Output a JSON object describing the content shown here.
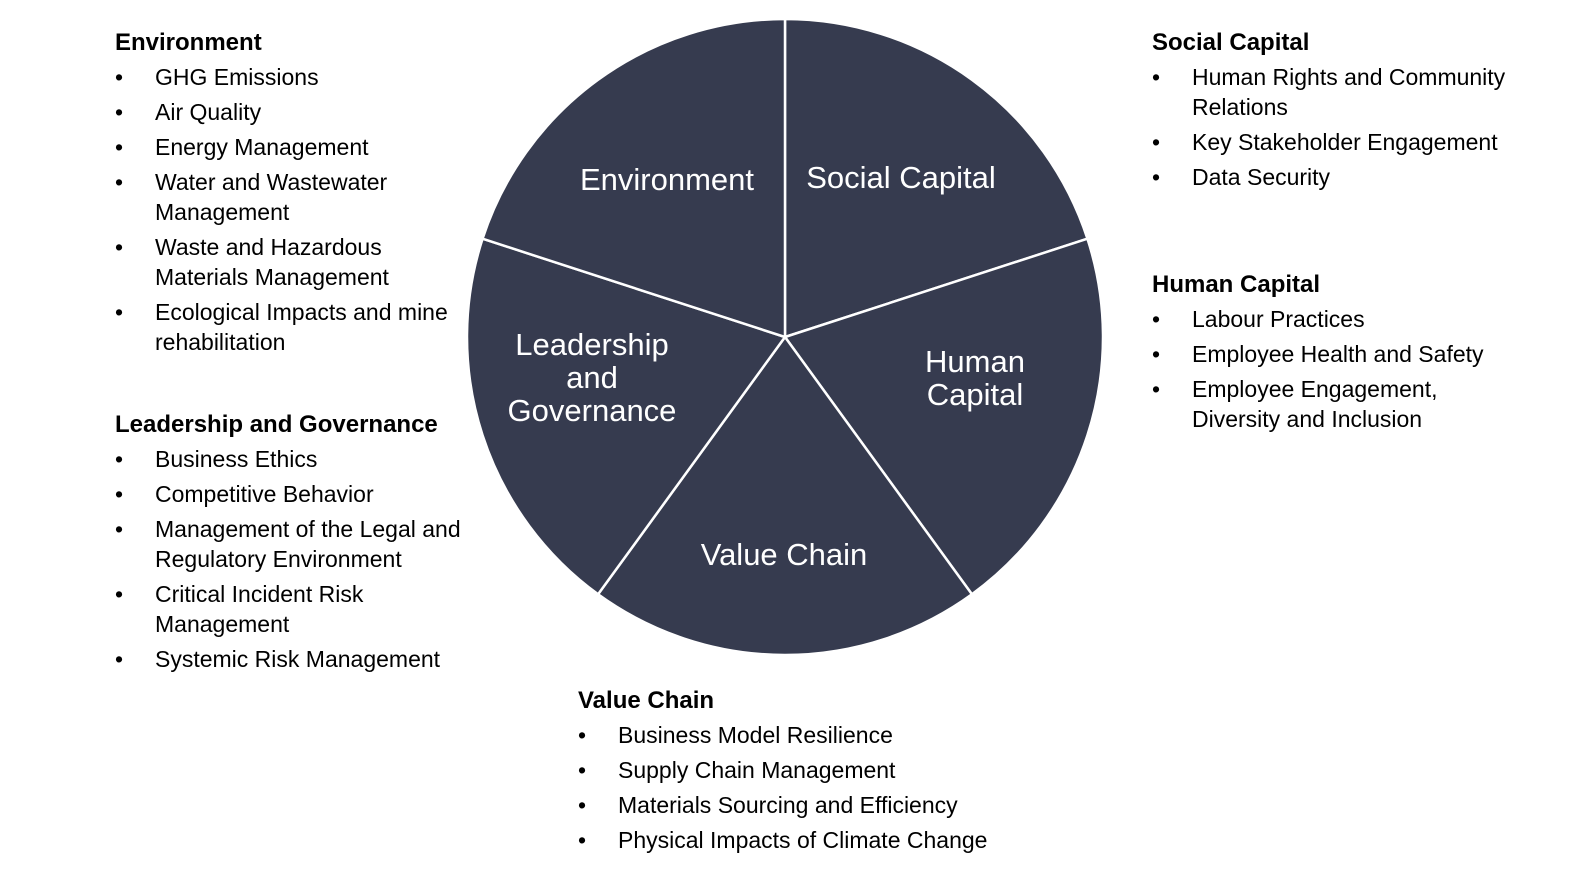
{
  "colors": {
    "segment_fill": "#363b4f",
    "divider": "#ffffff",
    "text": "#000000"
  },
  "bullet_glyph": "•",
  "wheel": {
    "segments": [
      {
        "key": "environment",
        "lines": [
          "Environment"
        ]
      },
      {
        "key": "social",
        "lines": [
          "Social Capital"
        ]
      },
      {
        "key": "human",
        "lines": [
          "Human",
          "Capital"
        ]
      },
      {
        "key": "value_chain",
        "lines": [
          "Value Chain"
        ]
      },
      {
        "key": "leadership",
        "lines": [
          "Leadership",
          "and",
          "Governance"
        ]
      }
    ]
  },
  "panels": {
    "environment": {
      "title": "Environment",
      "items": [
        "GHG Emissions",
        "Air Quality",
        "Energy Management",
        "Water and Wastewater Management",
        "Waste and Hazardous Materials Management",
        "Ecological Impacts and mine rehabilitation"
      ]
    },
    "leadership": {
      "title": "Leadership and Governance",
      "items": [
        "Business Ethics",
        "Competitive Behavior",
        "Management of the Legal and Regulatory Environment",
        "Critical Incident Risk Management",
        "Systemic Risk Management"
      ]
    },
    "value_chain": {
      "title": "Value Chain",
      "items": [
        "Business Model Resilience",
        "Supply Chain Management",
        "Materials Sourcing and Efficiency",
        "Physical Impacts of Climate Change"
      ]
    },
    "social": {
      "title": "Social Capital",
      "items": [
        "Human Rights and Community Relations",
        "Key Stakeholder Engagement",
        "Data Security"
      ]
    },
    "human": {
      "title": "Human Capital",
      "items": [
        "Labour Practices",
        "Employee Health and Safety",
        "Employee Engagement, Diversity and Inclusion"
      ]
    }
  }
}
